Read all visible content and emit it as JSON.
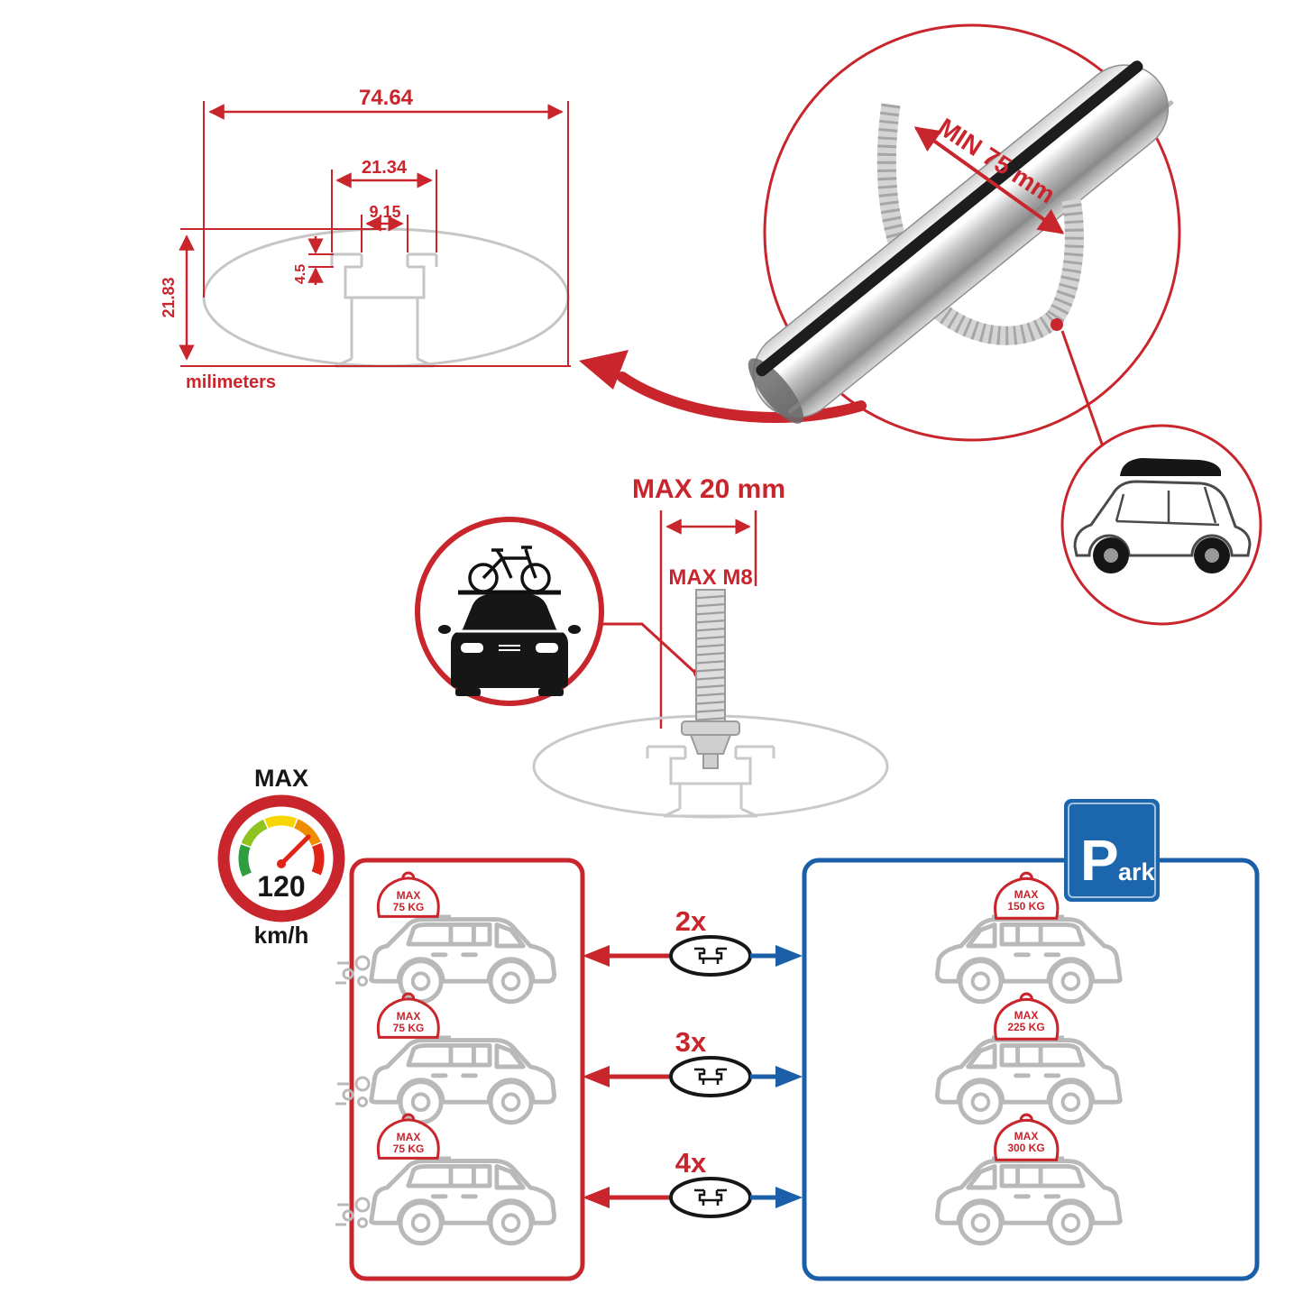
{
  "colors": {
    "accent_red": "#c9252c",
    "accent_blue": "#1b5fa8",
    "line_gray": "#c6c6c6",
    "ink_black": "#161616"
  },
  "profile_drawing": {
    "dim_total_width": "74.64",
    "dim_plateau_width": "21.34",
    "dim_slot_width": "9.15",
    "dim_lip_height": "4.5",
    "dim_total_height": "21.83",
    "unit_label": "milimeters"
  },
  "clamp_detail": {
    "min_opening_label": "MIN 75 mm"
  },
  "bolt_detail": {
    "max_length_label": "MAX 20 mm",
    "max_thread_label": "MAX M8"
  },
  "speed_limit": {
    "title": "MAX",
    "value": "120",
    "unit": "km/h"
  },
  "park_sign": {
    "letter": "P",
    "suffix": "ark"
  },
  "capacity": {
    "driving_cars": [
      {
        "line1": "MAX",
        "line2": "75 KG"
      },
      {
        "line1": "MAX",
        "line2": "75 KG"
      },
      {
        "line1": "MAX",
        "line2": "75 KG"
      }
    ],
    "multipliers": [
      "2x",
      "3x",
      "4x"
    ],
    "parked_cars": [
      {
        "line1": "MAX",
        "line2": "150 KG"
      },
      {
        "line1": "MAX",
        "line2": "225 KG"
      },
      {
        "line1": "MAX",
        "line2": "300 KG"
      }
    ]
  }
}
